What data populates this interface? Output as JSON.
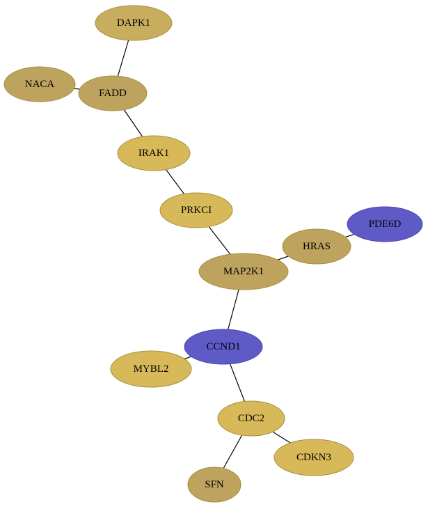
{
  "palette": {
    "gold_light": "#D7B95A",
    "gold_medium": "#C9AD5E",
    "gold_dark": "#BEA35E",
    "gold_stroke": "#A88F3E",
    "blue_fill": "#5F5BC6",
    "blue_stroke": "#4A45B0"
  },
  "nodes": [
    {
      "id": "DAPK1",
      "label": "DAPK1",
      "tone": "gold_medium"
    },
    {
      "id": "NACA",
      "label": "NACA",
      "tone": "gold_dark"
    },
    {
      "id": "FADD",
      "label": "FADD",
      "tone": "gold_dark"
    },
    {
      "id": "IRAK1",
      "label": "IRAK1",
      "tone": "gold_light"
    },
    {
      "id": "PRKCI",
      "label": "PRKCI",
      "tone": "gold_light"
    },
    {
      "id": "PDE6D",
      "label": "PDE6D",
      "tone": "blue"
    },
    {
      "id": "HRAS",
      "label": "HRAS",
      "tone": "gold_dark"
    },
    {
      "id": "MAP2K1",
      "label": "MAP2K1",
      "tone": "gold_dark"
    },
    {
      "id": "CCND1",
      "label": "CCND1",
      "tone": "blue"
    },
    {
      "id": "MYBL2",
      "label": "MYBL2",
      "tone": "gold_light"
    },
    {
      "id": "CDC2",
      "label": "CDC2",
      "tone": "gold_light"
    },
    {
      "id": "CDKN3",
      "label": "CDKN3",
      "tone": "gold_light"
    },
    {
      "id": "SFN",
      "label": "SFN",
      "tone": "gold_dark"
    }
  ],
  "edges": [
    {
      "source": "DAPK1",
      "target": "FADD"
    },
    {
      "source": "NACA",
      "target": "FADD"
    },
    {
      "source": "FADD",
      "target": "IRAK1"
    },
    {
      "source": "IRAK1",
      "target": "PRKCI"
    },
    {
      "source": "PRKCI",
      "target": "MAP2K1"
    },
    {
      "source": "HRAS",
      "target": "PDE6D"
    },
    {
      "source": "MAP2K1",
      "target": "HRAS"
    },
    {
      "source": "MAP2K1",
      "target": "CCND1"
    },
    {
      "source": "CCND1",
      "target": "MYBL2"
    },
    {
      "source": "CCND1",
      "target": "CDC2"
    },
    {
      "source": "CDC2",
      "target": "CDKN3"
    },
    {
      "source": "CDC2",
      "target": "SFN"
    }
  ]
}
